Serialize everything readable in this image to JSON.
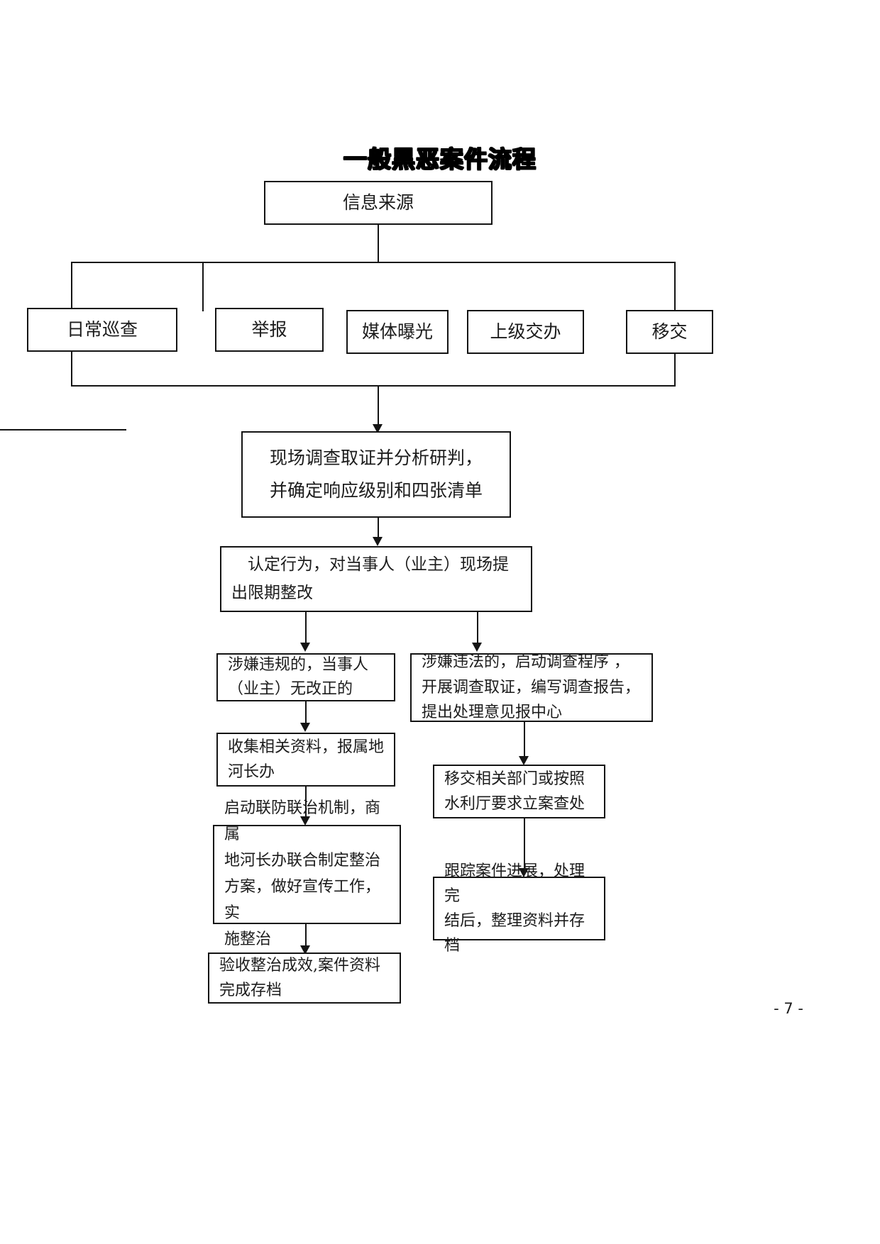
{
  "document": {
    "title": "一般黑恶案件流程",
    "page_number": "- 7 -"
  },
  "flow": {
    "source": {
      "label": "信息来源"
    },
    "channels": [
      {
        "id": "daily-patrol",
        "label": "日常巡查"
      },
      {
        "id": "report",
        "label": "举报"
      },
      {
        "id": "media-exposure",
        "label": "媒体曝光"
      },
      {
        "id": "superior-assignment",
        "label": "上级交办"
      },
      {
        "id": "transfer",
        "label": "移交"
      }
    ],
    "investigate": {
      "line1": "现场调查取证并分析研判，",
      "line2": "并确定响应级别和四张清单"
    },
    "determine": {
      "line1": "　认定行为，对当事人（业主）现场提",
      "line2": "出限期整改"
    },
    "branch_left": {
      "step1": "涉嫌违规的，当事人\n（业主）无改正的",
      "step2": "收集相关资料，报属地\n河长办",
      "step3": "启动联防联治机制，商属\n地河长办联合制定整治\n方案，做好宣传工作，实\n施整治",
      "step4": "验收整治成效,案件资料\n完成存档"
    },
    "branch_right": {
      "step1": "涉嫌违法的，启动调查程序 ，\n开展调查取证，编写调查报告，\n提出处理意见报中心",
      "step2": "移交相关部门或按照\n水利厅要求立案查处",
      "step3": "跟踪案件进展，处理完\n结后，整理资料并存档"
    }
  },
  "style": {
    "ink": "#141414",
    "paper": "#ffffff"
  }
}
